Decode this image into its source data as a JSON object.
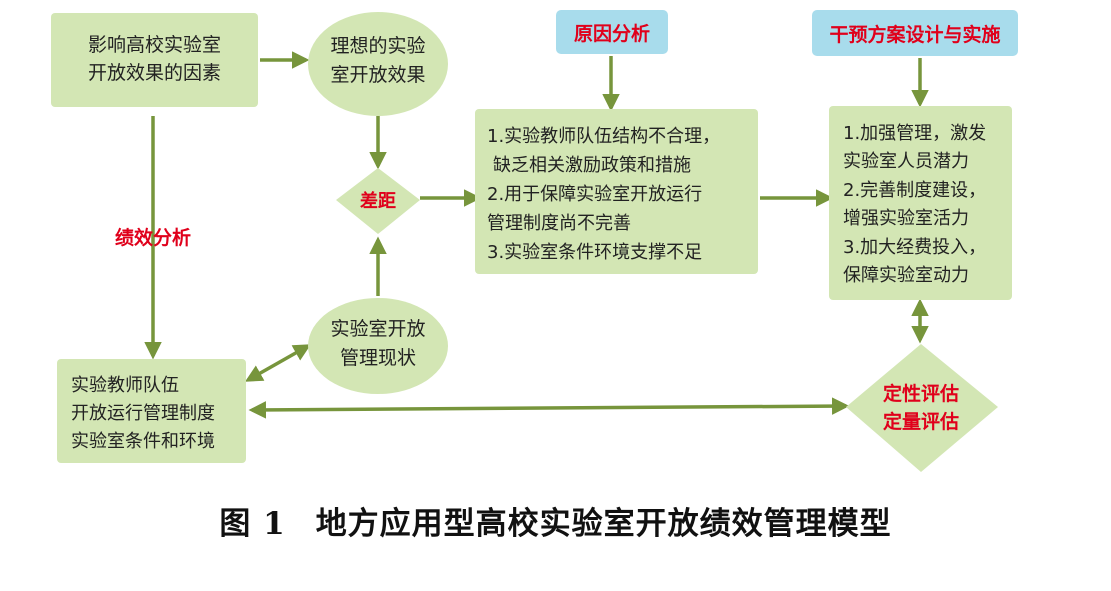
{
  "diagram": {
    "factors": [
      "影响高校实验室",
      "开放效果的因素"
    ],
    "ideal": [
      "理想的实验",
      "室开放效果"
    ],
    "gap": "差距",
    "cause_label": "原因分析",
    "causes": [
      "1.实验教师队伍结构不合理，",
      "缺乏相关激励政策和措施",
      "2.用于保障实验室开放运行",
      "管理制度尚不完善",
      "3.实验室条件环境支撑不足"
    ],
    "intervention_label": "干预方案设计与实施",
    "interventions": [
      "1.加强管理，激发",
      "实验室人员潜力",
      "2.完善制度建设，",
      "增强实验室活力",
      "3.加大经费投入，",
      "保障实验室动力"
    ],
    "performance_label": "绩效分析",
    "status": [
      "实验室开放",
      "管理现状"
    ],
    "elements": [
      "实验教师队伍",
      "开放运行管理制度",
      "实验室条件和环境"
    ],
    "evaluation": [
      "定性评估",
      "定量评估"
    ]
  },
  "caption": {
    "figure_number": "图 1",
    "title": "地方应用型高校实验室开放绩效管理模型"
  },
  "colors": {
    "box_fill": "#d3e6b4",
    "arrow": "#77953c",
    "label_fill": "#a8dcec",
    "label_text": "#e0001b",
    "red_text": "#e0001b"
  }
}
